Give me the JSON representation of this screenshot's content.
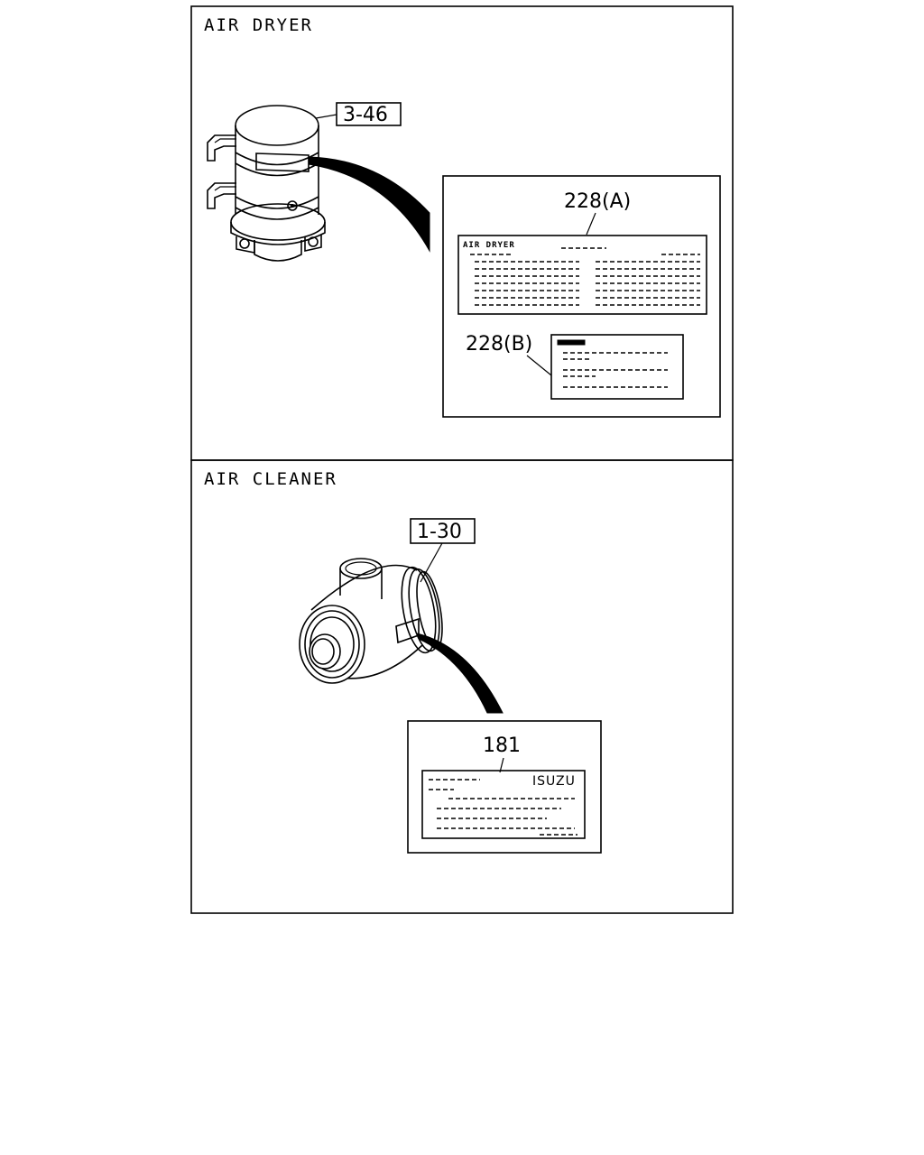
{
  "sections": {
    "air_dryer": {
      "title": "AIR DRYER",
      "ref_box": "3-46",
      "label_a_ref": "228(A)",
      "label_b_ref": "228(B)",
      "label_a_title": "AIR DRYER"
    },
    "air_cleaner": {
      "title": "AIR CLEANER",
      "ref_box": "1-30",
      "label_ref": "181",
      "logo_text": "ISUZU"
    }
  }
}
